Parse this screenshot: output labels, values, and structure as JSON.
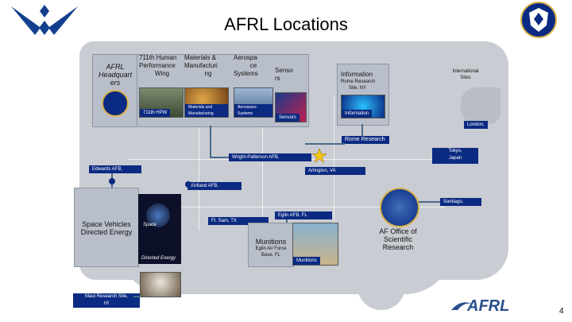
{
  "title": "AFRL Locations",
  "hq": {
    "line1": "AFRL",
    "line2": "Headquart",
    "line3": "ers"
  },
  "directorates": [
    {
      "label1": "711th Human",
      "label2": "Performance",
      "label3": "Wing",
      "caption": "711th HPW"
    },
    {
      "label1": "Materials &",
      "label2": "Manufacturi",
      "label3": "ng",
      "caption": "Materials and Manufacturing"
    },
    {
      "label1": "Aerospa",
      "label2": "ce",
      "label3": "Systems",
      "caption": "Aerospace Systems"
    },
    {
      "label1": "Senso",
      "label2": "rs",
      "label3": "",
      "caption": "Sensors"
    },
    {
      "label1": "Information",
      "label2": "Rome Research",
      "label3": "Site, NY",
      "caption": "Information"
    }
  ],
  "international": {
    "line1": "International",
    "line2": "Sites",
    "london": "London,",
    "tokyo": "Tokyo,",
    "tokyo2": "Japan",
    "santiago": "Santiago,"
  },
  "sites": {
    "rome": "Rome Research",
    "wpafb": "Wright-Patterson AFB,",
    "edwards": "Edwards AFB,",
    "arlington": "Arlington, VA",
    "kirtland": "Kirtland AFB,",
    "eglin": "Eglin AFB, FL",
    "ftsam": "Ft. Sam, TX",
    "maui": "Maui Research Site,",
    "maui2": "HI"
  },
  "space": {
    "line1": "Space Vehicles",
    "line2": "Directed Energy",
    "thumb1": "Space",
    "thumb2": "Directed Energy"
  },
  "munitions": {
    "line1": "Munitions",
    "line2": "Eglin Air Force",
    "line3": "Base, FL",
    "thumb": "Munitions"
  },
  "afosr": {
    "line1": "AF Office of",
    "line2": "Scientific",
    "line3": "Research"
  },
  "footer": {
    "logo": "AFRL",
    "page": "4"
  },
  "colors": {
    "badge": "#0b2a82",
    "map": "#c9ccd2",
    "logo": "#2a4f8c",
    "star": "#f5c518"
  }
}
